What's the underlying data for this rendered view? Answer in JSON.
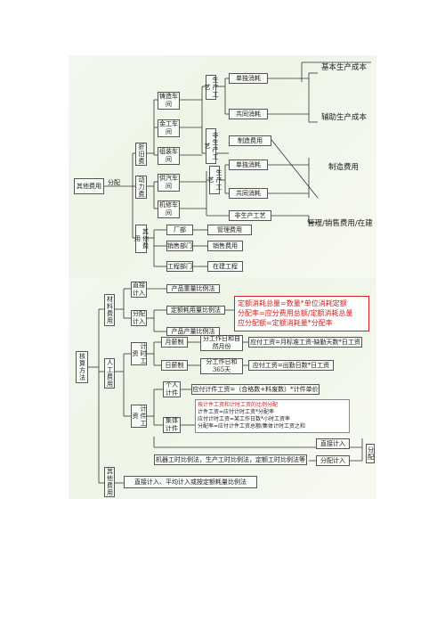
{
  "top": {
    "root": "其他费用",
    "assign": "分配",
    "dep": "折旧费",
    "power": "动力费",
    "other": "其他费用",
    "cast": "铸造车间",
    "metal": "金工车间",
    "assemble": "组装车间",
    "supply": "供汽车间",
    "repair": "机修车间",
    "factory": "厂部",
    "sales": "销售部门",
    "eng": "工程部门",
    "proc1": "生产工艺",
    "nonproc1": "非生产工艺",
    "proc2": "生产工艺",
    "single1": "单独消耗",
    "shared1": "共同消耗",
    "mfg1": "制造费用",
    "single2": "单独消耗",
    "shared2": "共同消耗",
    "nonproc2": "非生产工艺",
    "mgmt": "管理费用",
    "salesfee": "销售费用",
    "construct": "在建工程",
    "out_basic": "基本生产成本",
    "out_aux": "辅助生产成本",
    "out_mfg": "制造费用",
    "out_mgmt": "管理/销售费用/在建"
  },
  "bottom": {
    "method": "核算方法",
    "material": "材料费用",
    "labor": "人工费用",
    "other": "其他费用",
    "direct": "直接计入",
    "alloc": "分配计入",
    "weight": "产品重量比例法",
    "quota": "定额耗用量比例法",
    "output": "产品产量比例法",
    "formula": "定额消耗总量=数量*单位消耗定额\n分配率=应分费用总额/定额消耗总量\n应分配额=定额消耗量*分配率",
    "time": "计时工资",
    "piece": "计件工资",
    "monthly": "月薪制",
    "daily": "日薪制",
    "calc1": "分工作日和自然月份",
    "calc2": "分工作日和365天",
    "wage1": "应付工资=月标准工资-缺勤天数*日工资",
    "wage2": "应付工资=出勤日数*日工资",
    "individual": "个人计件",
    "collective": "集体计件",
    "indiv_formula": "应付计件工资=（合格数+料废数）*计件单价",
    "coll_title": "按计件工资和计时工资的比例分配",
    "coll_l1": "计件工资=应付计时工资*分配率",
    "coll_l2": "应付计时工资=某工作日数*小时工资率",
    "coll_l3": "分配率=应付计件工资总额/集体计时工资之和",
    "direct2": "直接计入",
    "alloc2": "分配计入",
    "allocate_v": "分配",
    "machine": "机器工时比例法，生产工时比例法，定额工时比例法等",
    "other_method": "直接计入、平均计入或按定额耗量比例法"
  }
}
